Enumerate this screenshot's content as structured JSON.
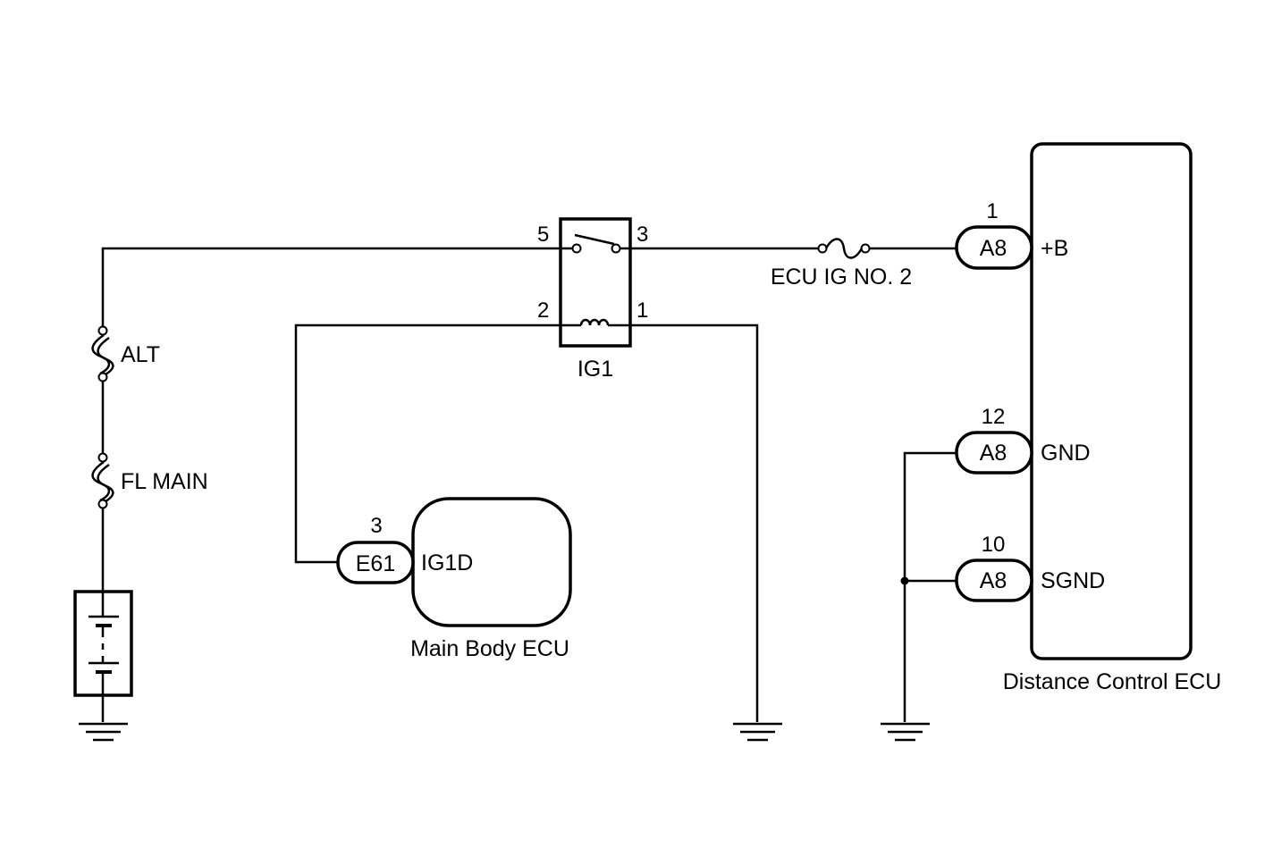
{
  "components": {
    "fuse_alt": "ALT",
    "fuse_fl_main": "FL MAIN",
    "relay": "IG1",
    "fuse_ecu_ig": "ECU IG NO. 2",
    "main_body_ecu": "Main Body ECU",
    "distance_ecu": "Distance Control ECU"
  },
  "relay_pins": {
    "p5": "5",
    "p3": "3",
    "p2": "2",
    "p1": "1"
  },
  "main_body_connector": {
    "name": "E61",
    "pin": "3",
    "terminal": "IG1D"
  },
  "distance_connectors": [
    {
      "name": "A8",
      "pin": "1",
      "terminal": "+B"
    },
    {
      "name": "A8",
      "pin": "12",
      "terminal": "GND"
    },
    {
      "name": "A8",
      "pin": "10",
      "terminal": "SGND"
    }
  ],
  "colors": {
    "line": "#000000",
    "background": "#ffffff"
  }
}
